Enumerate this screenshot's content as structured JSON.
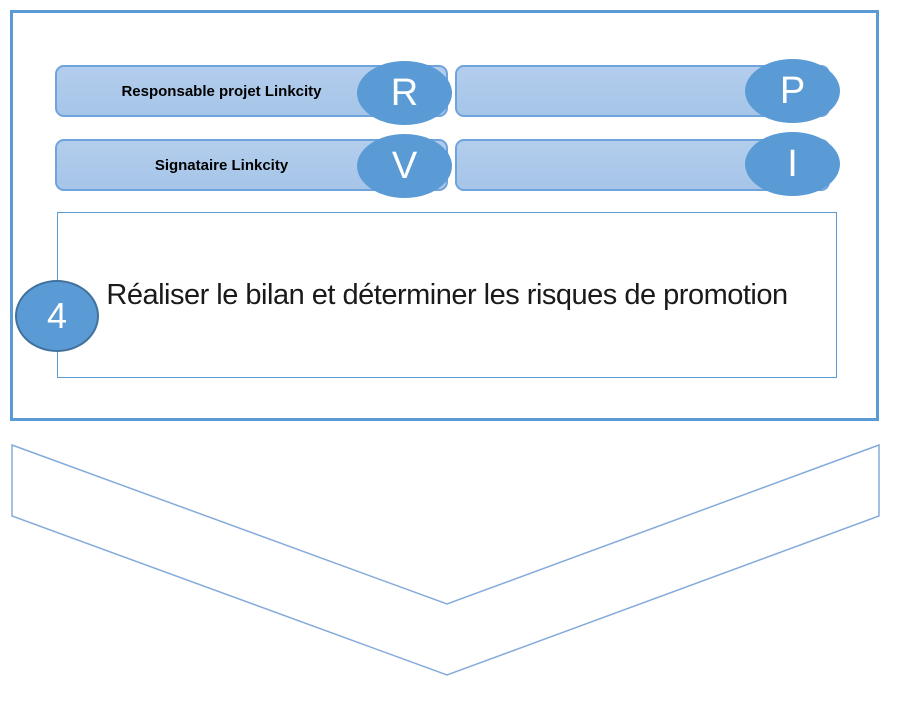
{
  "diagram": {
    "type": "process-step-raci",
    "step": {
      "number": "4",
      "description": "Réaliser le bilan et déterminer les risques de promotion"
    },
    "pills": [
      {
        "label": "Responsable projet Linkcity",
        "badge": "R"
      },
      {
        "label": "",
        "badge": "P"
      },
      {
        "label": "Signataire Linkcity",
        "badge": "V"
      },
      {
        "label": "",
        "badge": "I"
      }
    ],
    "colors": {
      "accent_blue": "#5b9bd5",
      "pill_fill": "#a9c7e8",
      "pill_border": "#6fa3dc",
      "badge_fill": "#5b9bd5",
      "badge_text": "#ffffff",
      "step_circle_border": "#41719c",
      "outline_border": "#5b9bd5",
      "chevron_stroke": "#85abdb",
      "text_color": "#000000"
    }
  }
}
